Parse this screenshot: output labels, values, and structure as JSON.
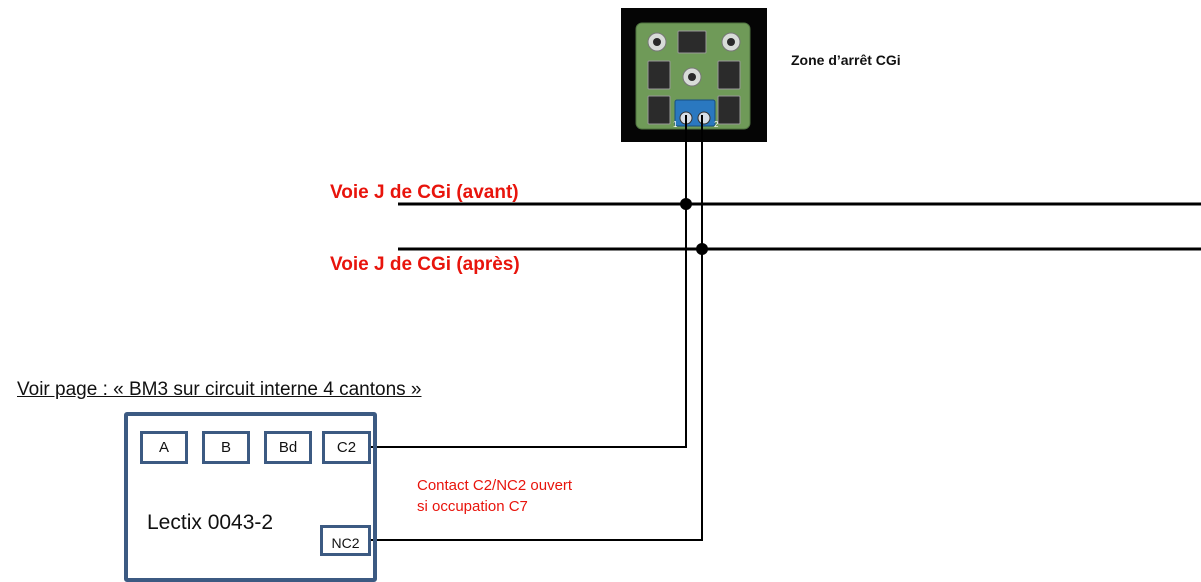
{
  "module": {
    "title": "Zone d’arrêt CGi",
    "pin_labels": [
      "1",
      "2"
    ]
  },
  "tracks": {
    "avant_label": "Voie J de CGi (avant)",
    "apres_label": "Voie J de CGi (après)"
  },
  "page_reference": "Voir page : « BM3 sur circuit interne 4 cantons »",
  "lectix": {
    "label": "Lectix 0043-2",
    "terminals": {
      "a": "A",
      "b": "B",
      "bd": "Bd",
      "c2": "C2",
      "nc2": "NC2"
    }
  },
  "contact_note": {
    "line1": "Contact C2/NC2 ouvert",
    "line2": "si occupation C7"
  },
  "colors": {
    "track_label": "#e8140c",
    "box_border": "#3c5a82",
    "wire": "#000000",
    "pcb": "#6f9a58"
  }
}
